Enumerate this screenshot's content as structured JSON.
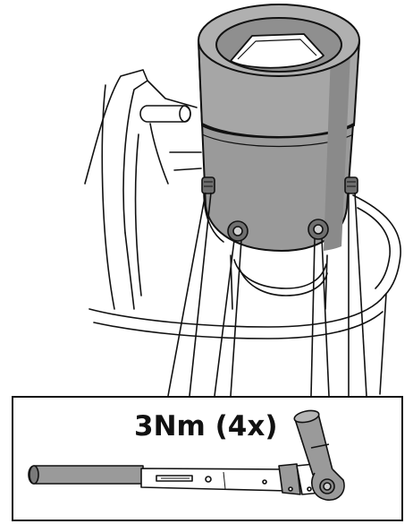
{
  "diagram": {
    "inset": {
      "torque_label": "3Nm (4x)",
      "tool": "torque-wrench"
    },
    "fastener_count": 4,
    "colors": {
      "housing_fill": "#9a9a9a",
      "housing_shadow": "#7e7e7e",
      "line": "#111111",
      "knob_fill": "#6f6f6f",
      "background": "#ffffff"
    }
  }
}
